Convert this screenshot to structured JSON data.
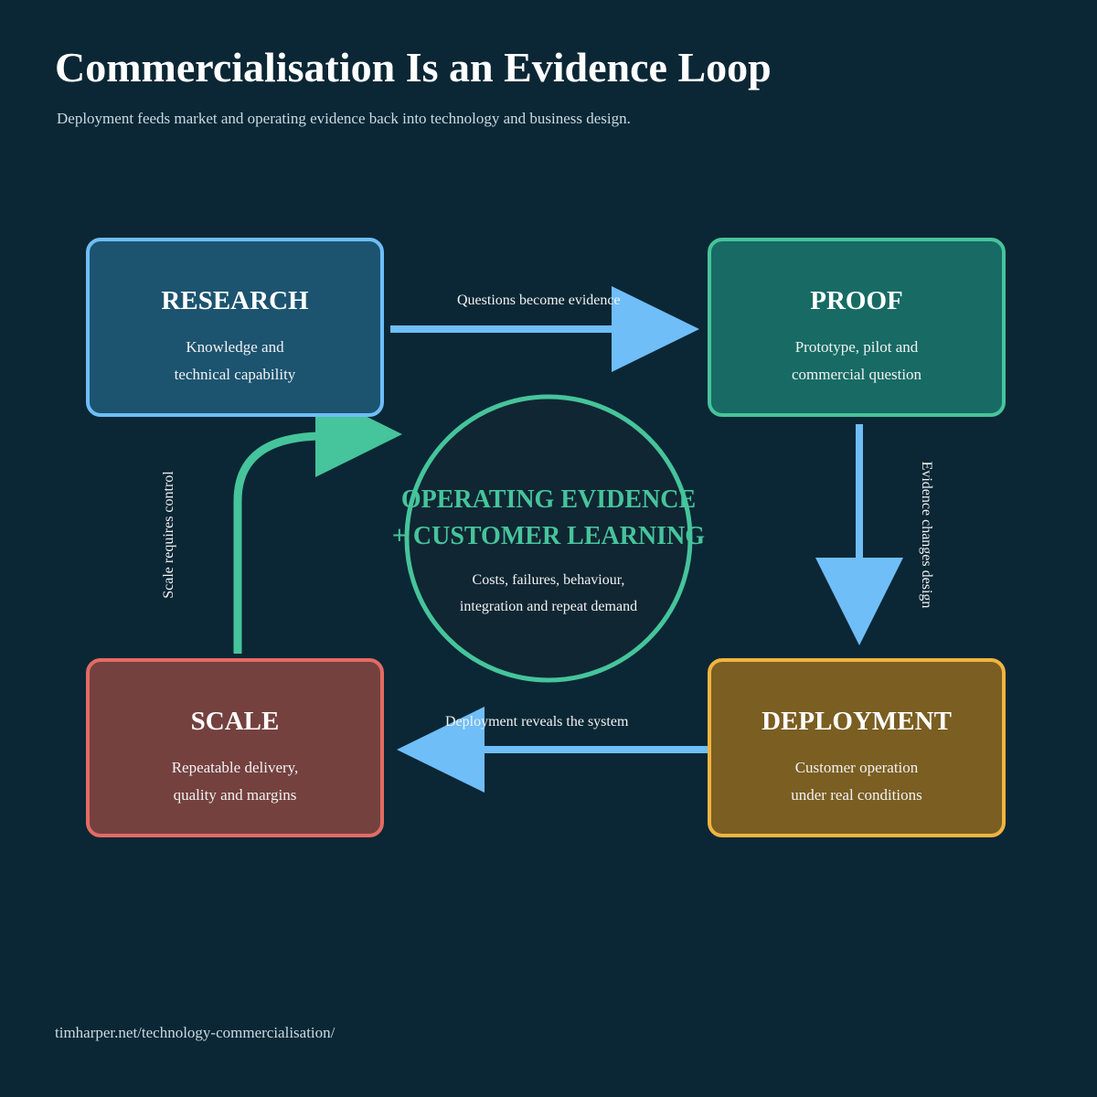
{
  "header": {
    "title": "Commercialisation Is an Evidence Loop",
    "subtitle": "Deployment feeds market and operating evidence back into technology and business design."
  },
  "stages": {
    "research": {
      "title": "RESEARCH",
      "desc_line1": "Knowledge and",
      "desc_line2": "technical capability",
      "fill_color": "#1c5470",
      "border_color": "#6fbef8"
    },
    "proof": {
      "title": "PROOF",
      "desc_line1": "Prototype, pilot and",
      "desc_line2": "commercial question",
      "fill_color": "#176b64",
      "border_color": "#46c49b"
    },
    "deployment": {
      "title": "DEPLOYMENT",
      "desc_line1": "Customer operation",
      "desc_line2": "under real conditions",
      "fill_color": "#7a5e22",
      "border_color": "#f1b441"
    },
    "scale": {
      "title": "SCALE",
      "desc_line1": "Repeatable delivery,",
      "desc_line2": "quality and margins",
      "fill_color": "#74413f",
      "border_color": "#e36b65"
    }
  },
  "center": {
    "title_line1": "OPERATING EVIDENCE",
    "title_line2": "+ CUSTOMER LEARNING",
    "desc_line1": "Costs, failures, behaviour,",
    "desc_line2": "integration and repeat demand",
    "color": "#46c49b",
    "fill_color": "#102633"
  },
  "edges": {
    "research_to_proof": "Questions become evidence",
    "proof_to_deployment": "Evidence changes design",
    "deployment_to_scale": "Deployment reveals the system",
    "scale_to_research": "Scale requires control",
    "arrow_color": "#6fbef8",
    "feedback_color": "#46c49b"
  },
  "footer": {
    "url": "timharper.net/technology-commercialisation/"
  },
  "background_color": "#0b2735"
}
